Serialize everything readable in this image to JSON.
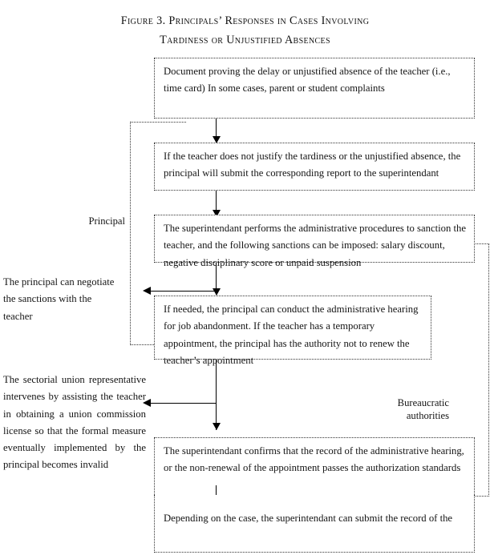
{
  "figure": {
    "title_line1": "Figure 3. Principals’ Responses in Cases Involving",
    "title_line2": "Tardiness or Unjustified Absences"
  },
  "lanes": [
    {
      "id": "principal",
      "label": "Principal"
    },
    {
      "id": "bureaucratic",
      "label": "Bureaucratic\nauthorities"
    }
  ],
  "boxes": [
    {
      "id": "box-1",
      "text": "Document proving the delay or unjustified absence of the teacher (i.e., time card)\nIn some cases, parent or student complaints"
    },
    {
      "id": "box-2",
      "text": "If the teacher does not justify the tardiness or the unjustified absence, the principal will submit the corresponding report to the superintendant"
    },
    {
      "id": "box-3",
      "text": "The superintendant performs the administrative procedures to sanction the teacher, and the following sanctions can be imposed: salary discount, negative disciplinary score or unpaid suspension"
    },
    {
      "id": "box-4",
      "text": "If needed, the principal can conduct the administrative hearing for job abandonment. If the teacher has a temporary appointment, the principal has the authority not to renew the teacher’s appointment"
    },
    {
      "id": "box-5",
      "text": "The superintendant confirms that the record of the administrative hearing, or the non-renewal of the appointment passes the authorization standards"
    },
    {
      "id": "box-6",
      "text": "Depending on the case, the superintendant can submit the record of the"
    }
  ],
  "annotations": [
    {
      "id": "annotation-principal-negotiate",
      "text": "The principal can negotiate the sanctions with the teacher"
    },
    {
      "id": "annotation-union-representative",
      "text": "The sectorial union representative intervenes by assisting the teacher in obtaining a union commission license so that the formal measure eventually implemented by the principal becomes invalid"
    }
  ],
  "colors": {
    "text": "#151515",
    "border": "#333333",
    "connector": "#000000",
    "background": "#ffffff"
  }
}
